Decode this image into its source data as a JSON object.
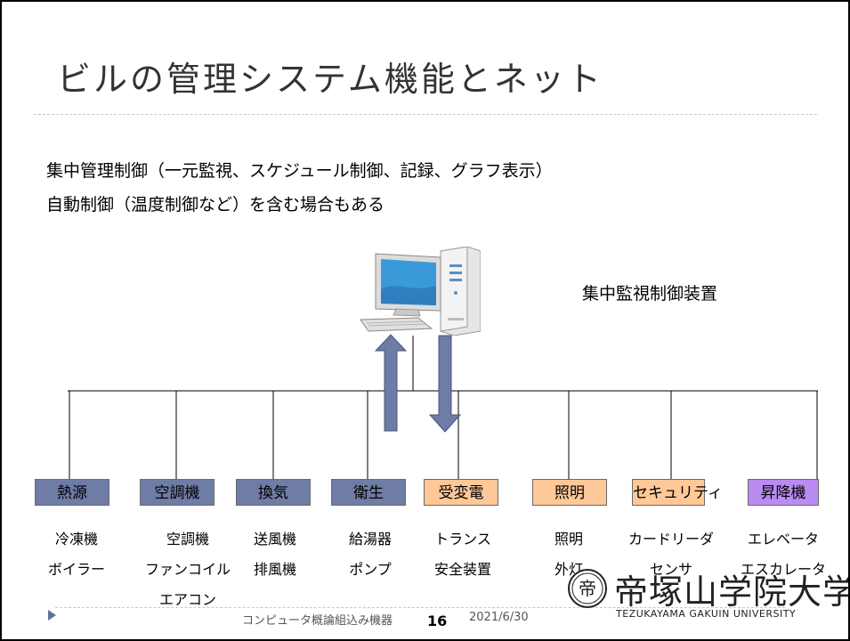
{
  "slide": {
    "title": "ビルの管理システム機能とネット",
    "line1": "集中管理制御（一元監視、スケジュール制御、記録、グラフ表示）",
    "line2": "自動制御（温度制御など）を含む場合もある",
    "device_label": "集中監視制御装置"
  },
  "systems": [
    {
      "label": "熱源",
      "color": "#6f7ca6",
      "items": [
        "冷凍機",
        "ボイラー"
      ]
    },
    {
      "label": "空調機",
      "color": "#6f7ca6",
      "items": [
        "空調機",
        "ファンコイル",
        "エアコン"
      ]
    },
    {
      "label": "換気",
      "color": "#6f7ca6",
      "items": [
        "送風機",
        "排風機"
      ]
    },
    {
      "label": "衛生",
      "color": "#6f7ca6",
      "items": [
        "給湯器",
        "ポンプ"
      ]
    },
    {
      "label": "受変電",
      "color": "#ffc898",
      "items": [
        "トランス",
        "安全装置"
      ]
    },
    {
      "label": "照明",
      "color": "#ffc898",
      "items": [
        "照明",
        "外灯"
      ]
    },
    {
      "label": "セキュリティ",
      "color": "#ffc898",
      "items": [
        "カードリーダ",
        "センサ"
      ]
    },
    {
      "label": "昇降機",
      "color": "#b98cf0",
      "items": [
        "エレベータ",
        "エスカレータ"
      ]
    }
  ],
  "footer": {
    "text": "コンピュータ概論組込み機器",
    "page": "16",
    "date": "2021/6/30"
  },
  "logo": {
    "name": "帝塚山学院大学",
    "sub": "TEZUKAYAMA GAKUIN UNIVERSITY",
    "seal_text": "帝"
  },
  "colors": {
    "arrow": "#6f7ca6",
    "line": "#000000"
  }
}
